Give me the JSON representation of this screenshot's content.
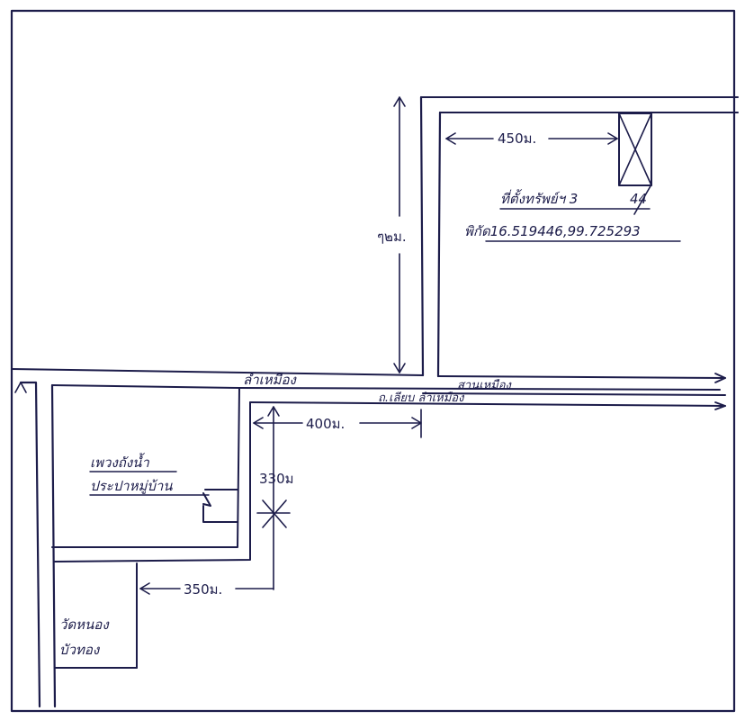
{
  "map": {
    "target": {
      "label_line1": "ที่ตั้งทรัพย์ฯ 3",
      "label_line2": "พิกัด16.519446,99.725293",
      "lot_no": "44"
    },
    "roads": {
      "top_road_label": "ลำเหมือง",
      "right_road_label": "สานเหมือง",
      "canal_label": "ถ.เลียบ ลำเหมือง"
    },
    "places": {
      "water_tank_line1": "เพวงถังน้ำ",
      "water_tank_line2": "ประปาหมู่บ้าน",
      "temple_line1": "วัดหนอง",
      "temple_line2": "บัวทอง"
    },
    "distances": {
      "to_target_horizontal": "450ม.",
      "vertical_lane": "ๆ๒ม.",
      "east_from_junction": "400ม.",
      "tank_offset": "330ม",
      "to_temple": "350ม."
    }
  }
}
